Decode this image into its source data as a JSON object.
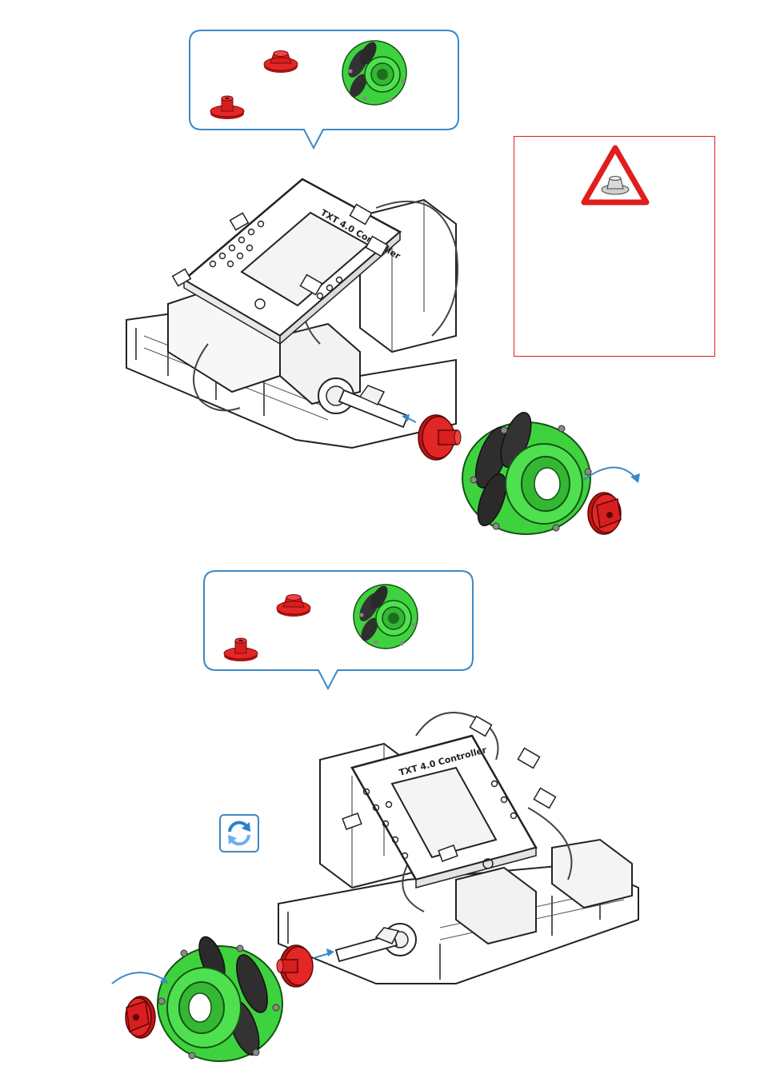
{
  "page": {
    "background": "#ffffff",
    "accent_green": "#3fd23f",
    "accent_red": "#e01e1e",
    "callout_border": "#3c88c6",
    "warning_border": "#e01e1e"
  },
  "step_top": {
    "parts_callout": {
      "parts": [
        {
          "name": "red-hub-nut",
          "icon": "red-hub-nut-icon"
        },
        {
          "name": "red-hub-collet",
          "icon": "red-hub-collet-icon"
        },
        {
          "name": "mecanum-wheel",
          "icon": "mecanum-wheel-icon"
        }
      ]
    },
    "controller_label": "TXT 4.0 Controller",
    "rotation_direction": "clockwise",
    "warning_box": {
      "icon": "hub-nut-warning-icon",
      "border_color": "#e01e1e"
    }
  },
  "step_bottom": {
    "parts_callout": {
      "parts": [
        {
          "name": "red-hub-nut",
          "icon": "red-hub-nut-icon"
        },
        {
          "name": "red-hub-collet",
          "icon": "red-hub-collet-icon"
        },
        {
          "name": "mecanum-wheel",
          "icon": "mecanum-wheel-icon"
        }
      ]
    },
    "controller_label": "TXT 4.0 Controller",
    "rotation_direction": "counter-clockwise",
    "rotate_view_icon": "rotate-view-icon"
  }
}
